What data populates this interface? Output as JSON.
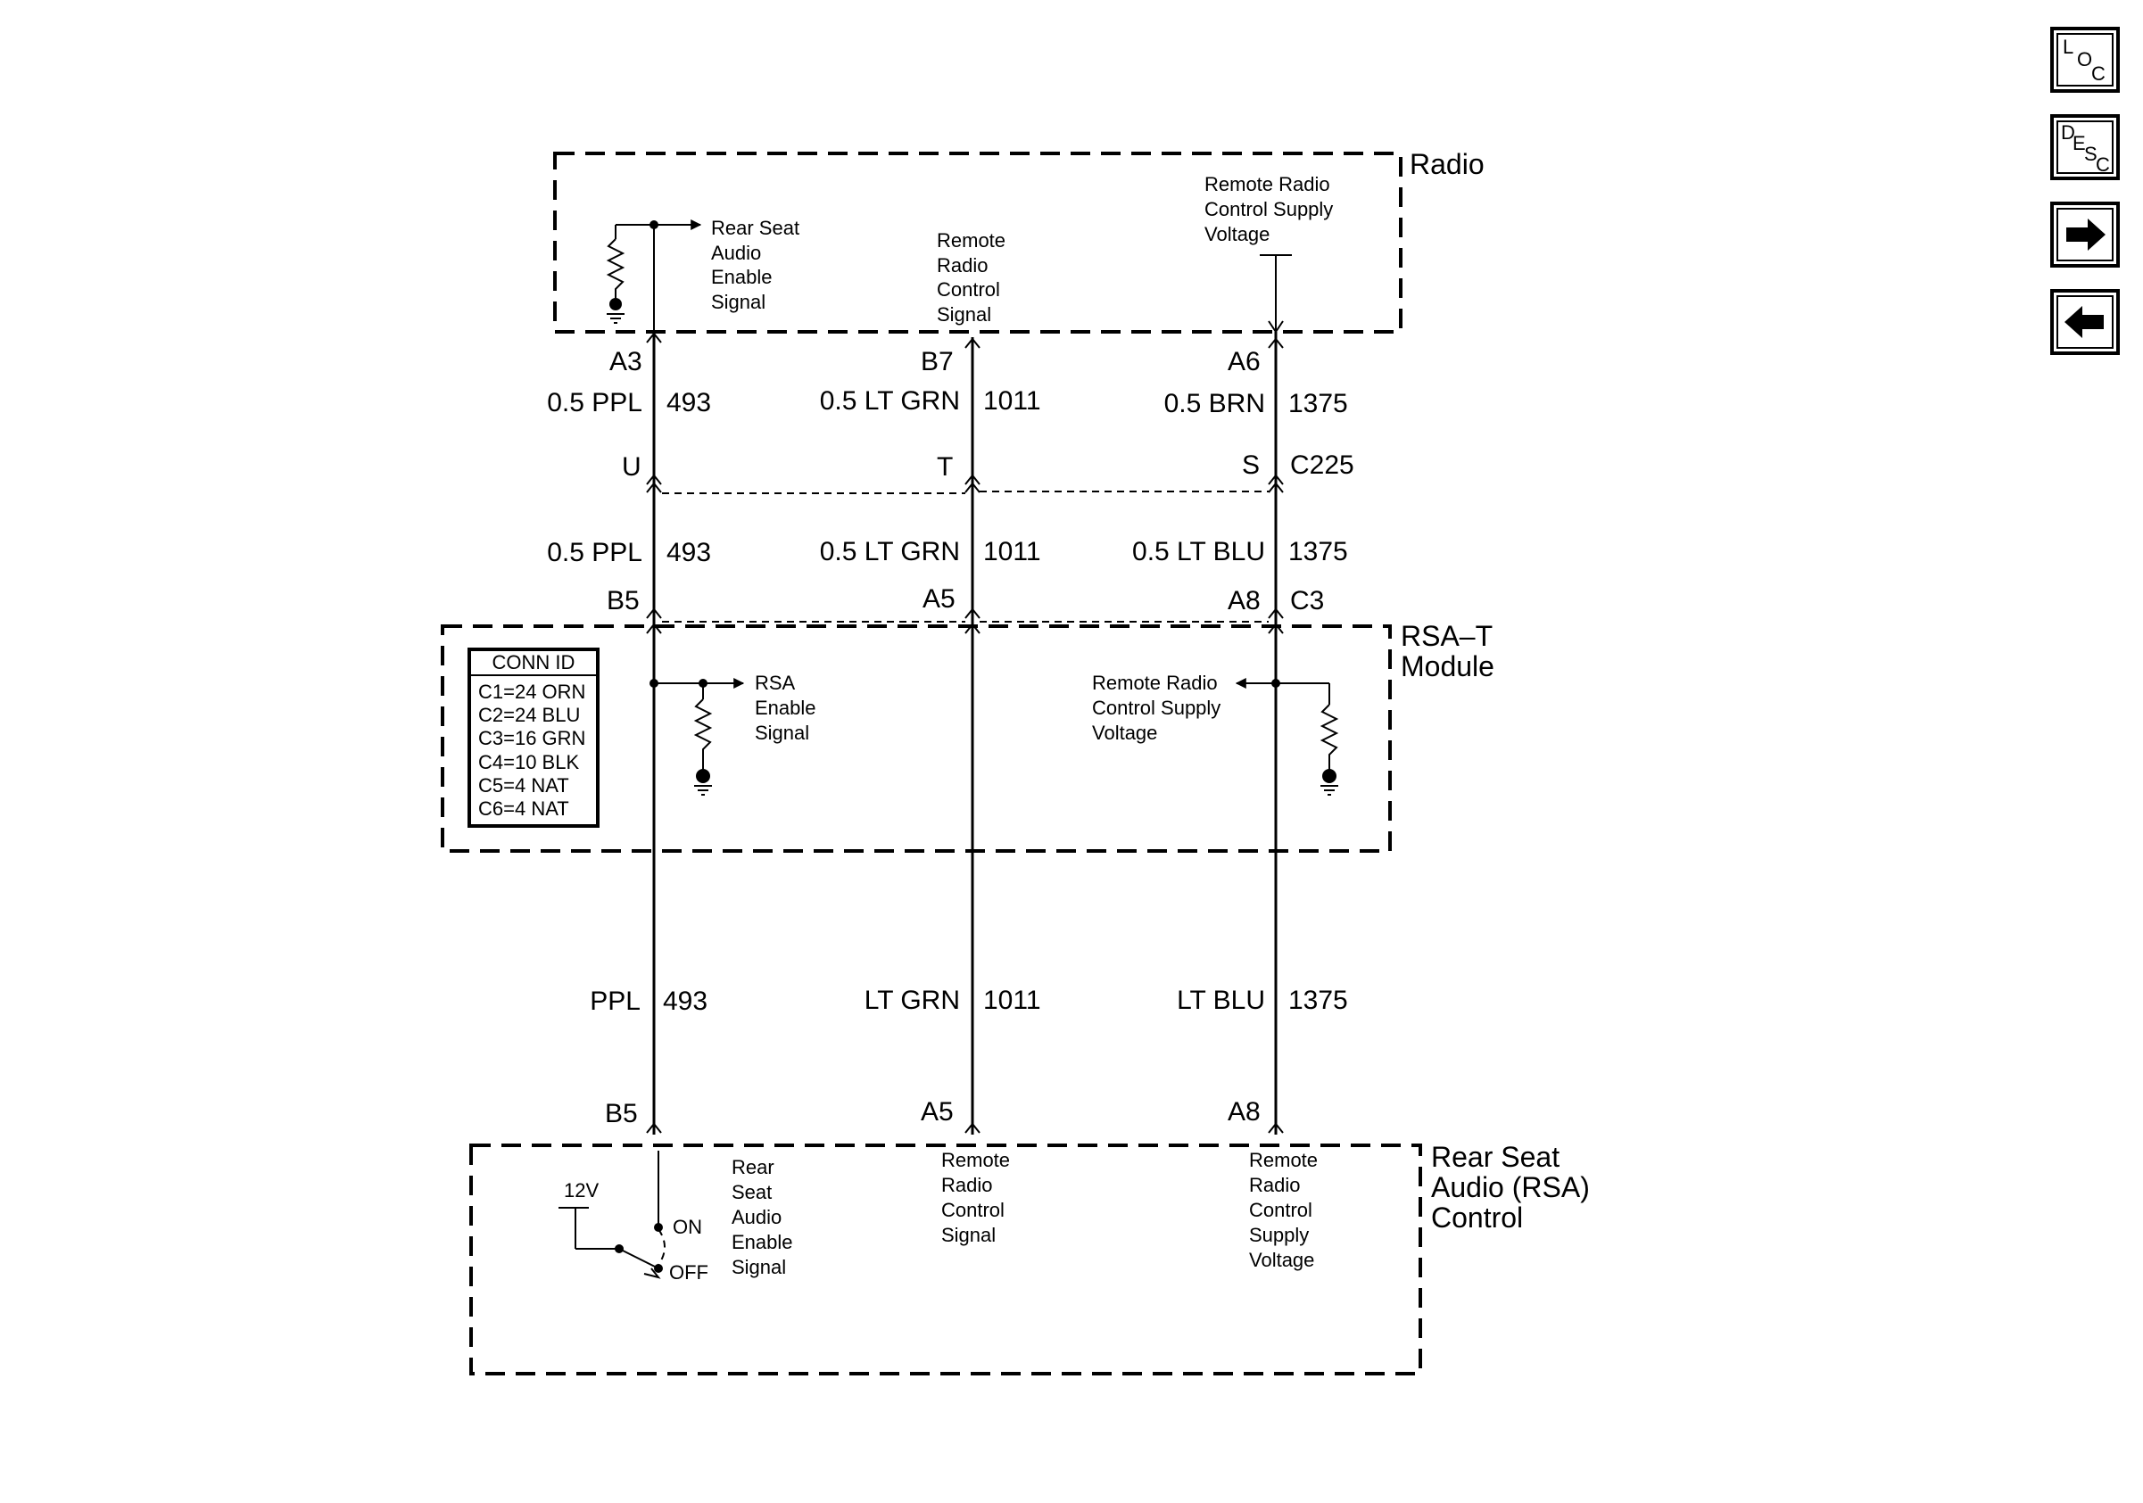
{
  "nav": {
    "loc": [
      "L",
      "O",
      "C"
    ],
    "desc": [
      "D",
      "E",
      "S",
      "C"
    ]
  },
  "radio": {
    "title": "Radio",
    "rsa_enable": [
      "Rear Seat",
      "Audio",
      "Enable",
      "Signal"
    ],
    "remote_control": [
      "Remote",
      "Radio",
      "Control",
      "Signal"
    ],
    "remote_supply": [
      "Remote Radio",
      "Control Supply",
      "Voltage"
    ]
  },
  "wires_top": {
    "w1": {
      "pin": "A3",
      "color": "0.5 PPL",
      "circuit": "493"
    },
    "w2": {
      "pin": "B7",
      "color": "0.5 LT GRN",
      "circuit": "1011"
    },
    "w3": {
      "pin": "A6",
      "color": "0.5 BRN",
      "circuit": "1375"
    }
  },
  "c225": {
    "name": "C225",
    "pins": [
      "U",
      "T",
      "S"
    ]
  },
  "wires_mid": {
    "w1": {
      "color": "0.5 PPL",
      "circuit": "493"
    },
    "w2": {
      "color": "0.5 LT GRN",
      "circuit": "1011"
    },
    "w3": {
      "color": "0.5 LT BLU",
      "circuit": "1375"
    }
  },
  "rsat_pins": {
    "p1": "B5",
    "p2": "A5",
    "p3": "A8",
    "conn": "C3"
  },
  "rsat": {
    "title": [
      "RSA–T",
      "Module"
    ],
    "conn_id_title": "CONN ID",
    "conn_id": [
      "C1=24 ORN",
      "C2=24 BLU",
      "C3=16 GRN",
      "C4=10 BLK",
      "C5=4 NAT",
      "C6=4 NAT"
    ],
    "rsa_enable": [
      "RSA",
      "Enable",
      "Signal"
    ],
    "remote_supply": [
      "Remote Radio",
      "Control Supply",
      "Voltage"
    ]
  },
  "wires_low": {
    "w1": {
      "color": "PPL",
      "circuit": "493"
    },
    "w2": {
      "color": "LT GRN",
      "circuit": "1011"
    },
    "w3": {
      "color": "LT BLU",
      "circuit": "1375"
    }
  },
  "rsa_pins": {
    "p1": "B5",
    "p2": "A5",
    "p3": "A8"
  },
  "rsa": {
    "title": [
      "Rear Seat",
      "Audio (RSA)",
      "Control"
    ],
    "voltage": "12V",
    "on": "ON",
    "off": "OFF",
    "enable": [
      "Rear",
      "Seat",
      "Audio",
      "Enable",
      "Signal"
    ],
    "remote_control": [
      "Remote",
      "Radio",
      "Control",
      "Signal"
    ],
    "remote_supply": [
      "Remote",
      "Radio",
      "Control",
      "Supply",
      "Voltage"
    ]
  }
}
